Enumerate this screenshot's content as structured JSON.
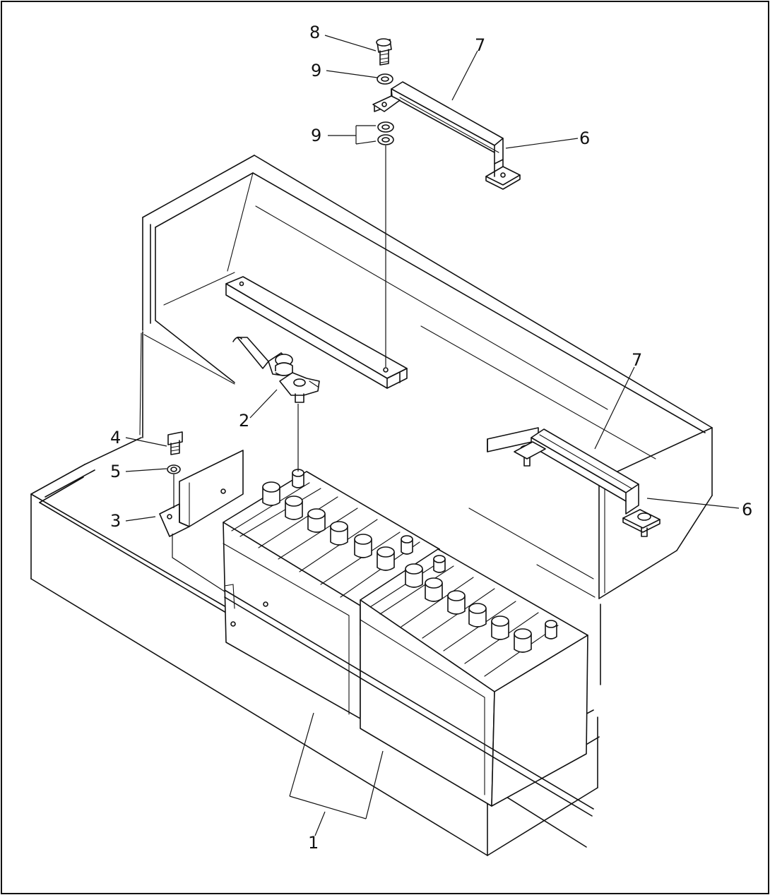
{
  "callouts": {
    "c1": "1",
    "c2": "2",
    "c3": "3",
    "c4": "4",
    "c5": "5",
    "c6a": "6",
    "c6b": "6",
    "c7a": "7",
    "c7b": "7",
    "c8": "8",
    "c9a": "9",
    "c9b": "9"
  },
  "parts": {
    "1": "battery",
    "2": "terminal clamp",
    "3": "bracket",
    "4": "bolt",
    "5": "washer",
    "6": "hold-down bracket",
    "7": "hold-down bar",
    "8": "bolt",
    "9": "washer"
  }
}
